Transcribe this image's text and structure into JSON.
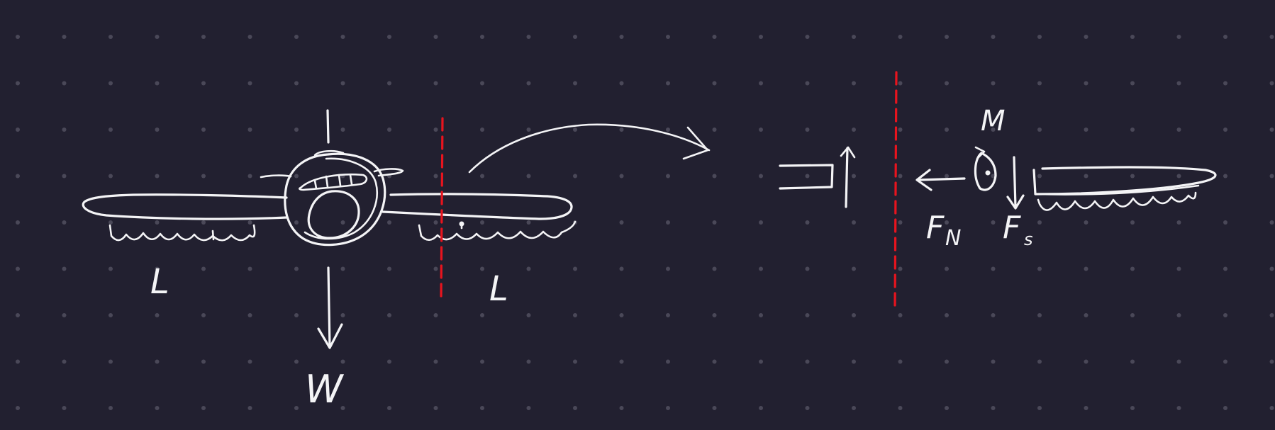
{
  "canvas": {
    "background_color": "#222030",
    "grid_dot_color": "#4a4858",
    "ink_color": "#f4f4f6",
    "cut_line_color": "#e8141e"
  },
  "labels": {
    "weight": "W",
    "lift_left": "L",
    "lift_right": "L",
    "moment": "M",
    "normal_force": "F",
    "normal_force_sub": "N",
    "shear_force": "F",
    "shear_force_sub": "s"
  }
}
